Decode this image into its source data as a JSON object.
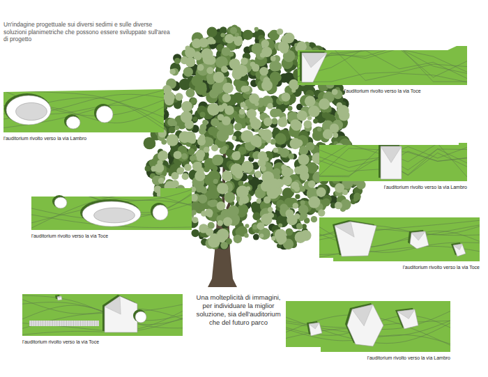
{
  "diagram": {
    "nodes": [
      {
        "text": [
          "l'auditorium rivolto verso la via Toce"
        ]
      },
      {
        "text": [
          "l'auditorium rivolto verso la via Lambro"
        ]
      },
      {
        "text": [
          "l'auditorium rivolto verso la via Lambro"
        ]
      },
      {
        "text": [
          "l'auditorium rivolto verso la via Toce"
        ]
      },
      {
        "text": [
          "l'auditorium rivolto verso la via Toce"
        ]
      },
      {
        "text": [
          "l'auditorium rivolto verso la via Toce"
        ]
      },
      {
        "text": [
          "l'auditorium rivolto verso la via Lambro"
        ]
      }
    ],
    "labels": [
      "Un'indagine progettuale sui diversi sedimi e sulle diverse soluzioni planimetriche che possono essere sviluppate sull'area di progetto",
      "Una molteplicità di immagini, per individuare la miglior soluzione, sia dell'auditorium che del futuro parco"
    ]
  }
}
